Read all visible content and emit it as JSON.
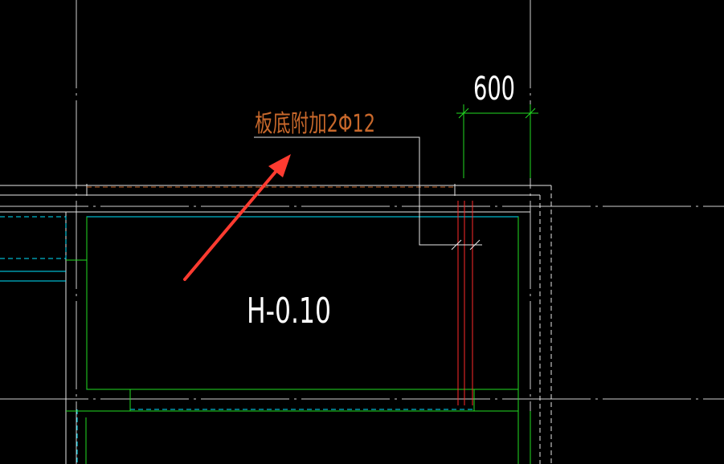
{
  "drawing": {
    "background": "#000000",
    "dimension_label": "600",
    "rebar_note": "板底附加2Φ12",
    "level_label": "H-0.10",
    "colors": {
      "grid": "#ffffff",
      "wall": "#ffffff",
      "slab": "#00ffff",
      "beam": "#00ff00",
      "rebar": "#ff2a2a",
      "note": "#c8682b",
      "annotation_arrow": "#ff3b30"
    }
  }
}
